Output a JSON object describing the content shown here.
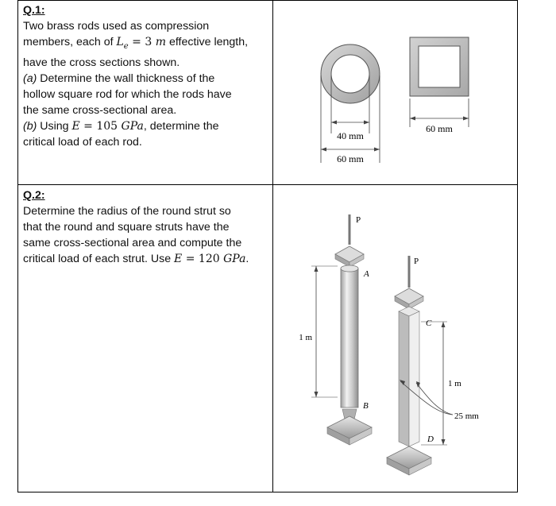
{
  "q1": {
    "title": "Q.1:",
    "l1": "Two brass rods used as compression",
    "l2_pre": "members, each of ",
    "l2_L": "L",
    "l2_sub": "e",
    "l2_eq": " = 3 ",
    "l2_m": "m",
    "l2_post": " effective length,",
    "l3": "have the cross sections shown.",
    "l4_part": "(a)",
    "l4": " Determine the wall thickness of the",
    "l5": "hollow square rod for which the rods have",
    "l6": "the same cross-sectional area.",
    "l7_part": "(b)",
    "l7_pre": " Using ",
    "l7_E": "E",
    "l7_eq": " = 105 ",
    "l7_unit": "GPa",
    "l7_post": ", determine the",
    "l8": "critical load of each rod."
  },
  "q2": {
    "title": "Q.2:",
    "l1": "Determine the radius of the round strut so",
    "l2": "that the round and square struts have the",
    "l3": "same cross-sectional area and compute the",
    "l4_pre": "critical load of each strut. Use ",
    "l4_E": "E",
    "l4_eq": " = 120 ",
    "l4_unit": "GPa",
    "l4_post": "."
  },
  "fig1": {
    "inner_dim": "40 mm",
    "outer_dim": "60 mm",
    "square_dim": "60 mm"
  },
  "fig2": {
    "load_label": "P",
    "load_label2": "P",
    "point_a": "A",
    "point_b": "B",
    "point_c": "C",
    "point_d": "D",
    "length_round": "1 m",
    "length_square": "1 m",
    "side_dim": "25 mm"
  }
}
